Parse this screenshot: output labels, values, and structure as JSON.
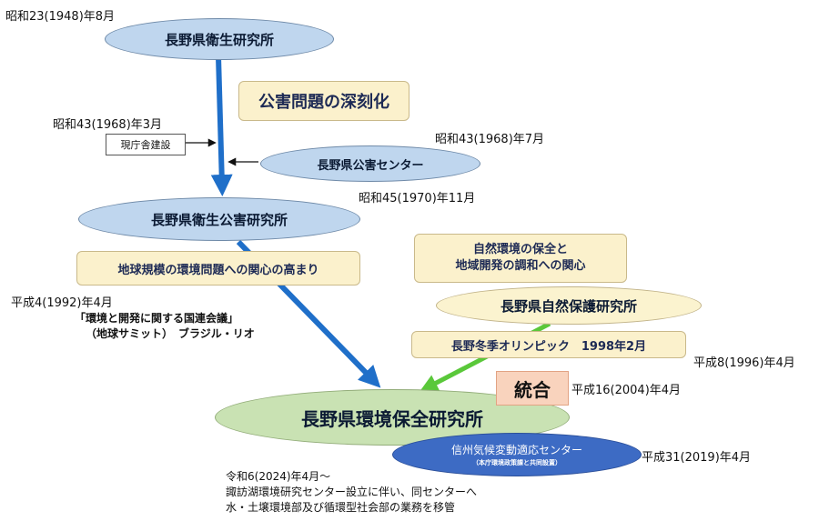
{
  "dates": {
    "s23": "昭和23(1948)年8月",
    "s43_3": "昭和43(1968)年3月",
    "s43_7": "昭和43(1968)年7月",
    "s45": "昭和45(1970)年11月",
    "h4": "平成4(1992)年4月",
    "h8": "平成8(1996)年4月",
    "h16": "平成16(2004)年4月",
    "h31": "平成31(2019)年4月"
  },
  "nodes": {
    "eisei": "長野県衛生研究所",
    "kougai_center": "長野県公害センター",
    "eisei_kougai": "長野県衛生公害研究所",
    "shizen": "長野県自然保護研究所",
    "kankyo": "長野県環境保全研究所",
    "shinshu_title": "信州気候変動適応センター",
    "shinshu_sub": "（本庁環境政策課と共同設置）"
  },
  "labels": {
    "kougai_mondai": "公害問題の深刻化",
    "genchousha": "現庁舎建設",
    "chikyu": "地球規模の環境問題への関心の高まり",
    "shizen_line1": "自然環境の保全と",
    "shizen_line2": "地域開発の調和への関心",
    "olympic": "長野冬季オリンピック　1998年2月",
    "tougou": "統合",
    "kokuren_line1": "「環境と開発に関する国連会議」",
    "kokuren_line2": "（地球サミット）　ブラジル・リオ",
    "reiwa_line1": "令和6(2024)年4月～",
    "reiwa_line2": "諏訪湖環境研究センター設立に伴い、同センターへ",
    "reiwa_line3": "水・土壌環境部及び循環型社会部の業務を移管"
  },
  "colors": {
    "main_arrow": "#1f6fc9",
    "green_arrow": "#5ac83a",
    "small_arrow": "#111111"
  }
}
